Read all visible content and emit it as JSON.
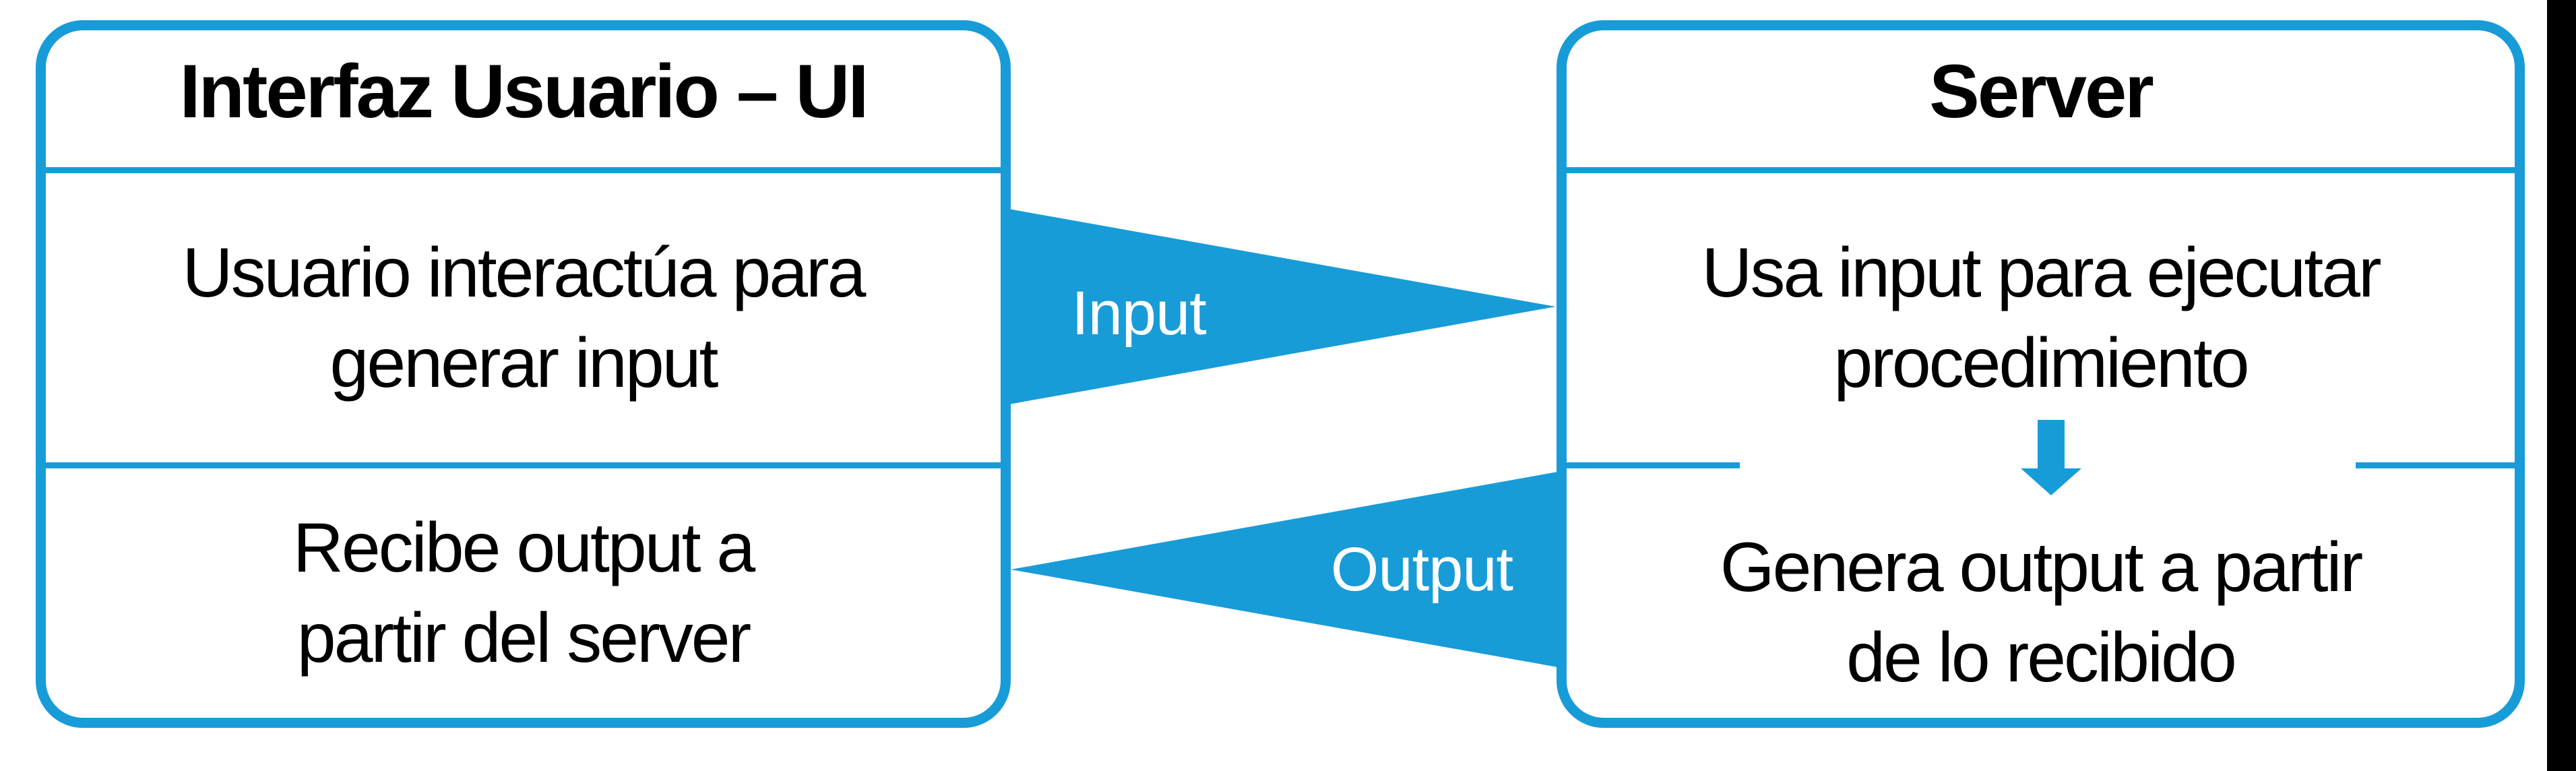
{
  "colors": {
    "accent": "#189CD7",
    "text": "#000000",
    "background": "#FFFFFF",
    "label_text": "#FFFFFF",
    "edge_bar": "#000000"
  },
  "left_box": {
    "title": "Interfaz Usuario – UI",
    "cell_top": "Usuario interactúa para\ngenerar input",
    "cell_bottom": "Recibe output a\npartir del server"
  },
  "right_box": {
    "title": "Server",
    "cell_top": "Usa input para ejecutar\nprocedimiento",
    "cell_bottom": "Genera output a partir\nde lo recibido"
  },
  "arrows": {
    "input_label": "Input",
    "output_label": "Output",
    "down_arrow": "down-arrow-icon"
  }
}
